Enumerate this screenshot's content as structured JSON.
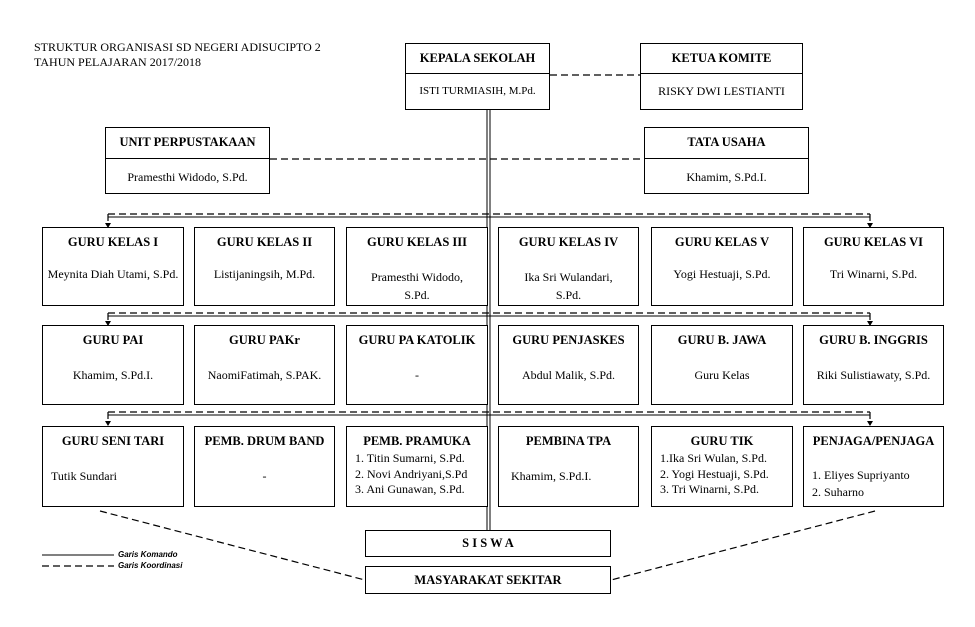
{
  "title": {
    "line1": "STRUKTUR ORGANISASI SD NEGERI ADISUCIPTO 2",
    "line2": "TAHUN PELAJARAN 2017/2018"
  },
  "kepala": {
    "title": "KEPALA SEKOLAH",
    "name": "ISTI TURMIASIH, M.Pd."
  },
  "komite": {
    "title": "KETUA KOMITE",
    "name": "RISKY DWI LESTIANTI"
  },
  "perpus": {
    "title": "UNIT PERPUSTAKAAN",
    "name": "Pramesthi Widodo, S.Pd."
  },
  "tatausaha": {
    "title": "TATA USAHA",
    "name": "Khamim, S.Pd.I."
  },
  "row1": [
    {
      "title": "GURU KELAS I",
      "name": "Meynita Diah Utami, S.Pd."
    },
    {
      "title": "GURU KELAS II",
      "name": "Listijaningsih, M.Pd."
    },
    {
      "title": "GURU KELAS III",
      "name": "Pramesthi Widodo, S.Pd."
    },
    {
      "title": "GURU KELAS IV",
      "name": "Ika Sri Wulandari, S.Pd."
    },
    {
      "title": "GURU KELAS V",
      "name": "Yogi Hestuaji, S.Pd."
    },
    {
      "title": "GURU KELAS VI",
      "name": "Tri Winarni, S.Pd."
    }
  ],
  "row2": [
    {
      "title": "GURU PAI",
      "name": "Khamim, S.Pd.I."
    },
    {
      "title": "GURU PAKr",
      "name": "NaomiFatimah, S.PAK."
    },
    {
      "title": "GURU PA KATOLIK",
      "name": "-"
    },
    {
      "title": "GURU PENJASKES",
      "name": "Abdul Malik, S.Pd."
    },
    {
      "title": "GURU B. JAWA",
      "name": "Guru Kelas"
    },
    {
      "title": "GURU B. INGGRIS",
      "name": "Riki Sulistiawaty, S.Pd."
    }
  ],
  "row3": {
    "senitari": {
      "title": "GURU SENI TARI",
      "name": "Tutik Sundari"
    },
    "drumband": {
      "title": "PEMB. DRUM BAND",
      "name": "-"
    },
    "pramuka": {
      "title": "PEMB. PRAMUKA",
      "items": [
        "1. Titin Sumarni, S.Pd.",
        "2. Novi Andriyani,S.Pd",
        "3. Ani Gunawan, S.Pd."
      ]
    },
    "tpa": {
      "title": "PEMBINA TPA",
      "name": "Khamim, S.Pd.I."
    },
    "tik": {
      "title": "GURU TIK",
      "items": [
        "1.Ika Sri Wulan, S.Pd.",
        "2. Yogi Hestuaji, S.Pd.",
        "3. Tri Winarni, S.Pd."
      ]
    },
    "penjaga": {
      "title": "PENJAGA/PENJAGA",
      "items": [
        "1. Eliyes Supriyanto",
        "2. Suharno"
      ]
    }
  },
  "siswa": "S I S W A",
  "masyarakat": "MASYARAKAT SEKITAR",
  "legend": {
    "komando": "Garis Komando",
    "koordinasi": "Garis Koordinasi"
  }
}
